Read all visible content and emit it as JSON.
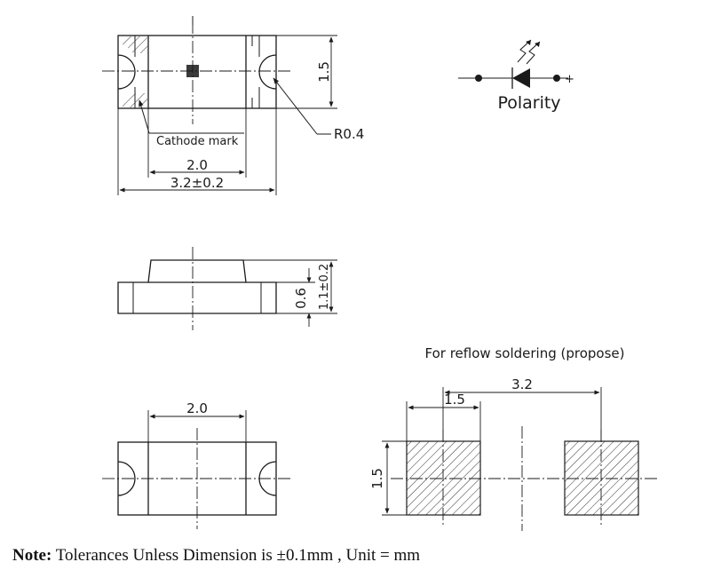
{
  "views": {
    "top": {
      "cathode_label": "Cathode mark",
      "radius_label": "R0.4",
      "dim_inner_width": "2.0",
      "dim_total_width": "3.2±0.2",
      "dim_height": "1.5"
    },
    "side": {
      "dim_lead_height": "0.6",
      "dim_total_height": "1.1±0.2"
    },
    "bottom": {
      "dim_width": "2.0"
    }
  },
  "polarity": {
    "label": "Polarity",
    "plus_sign": "+"
  },
  "solder_pad": {
    "title": "For reflow soldering (propose)",
    "dim_span": "3.2",
    "dim_pad_width": "1.5",
    "dim_pad_height": "1.5"
  },
  "note": {
    "prefix": "Note:",
    "text": " Tolerances Unless Dimension is  ±0.1mm , Unit = mm"
  }
}
